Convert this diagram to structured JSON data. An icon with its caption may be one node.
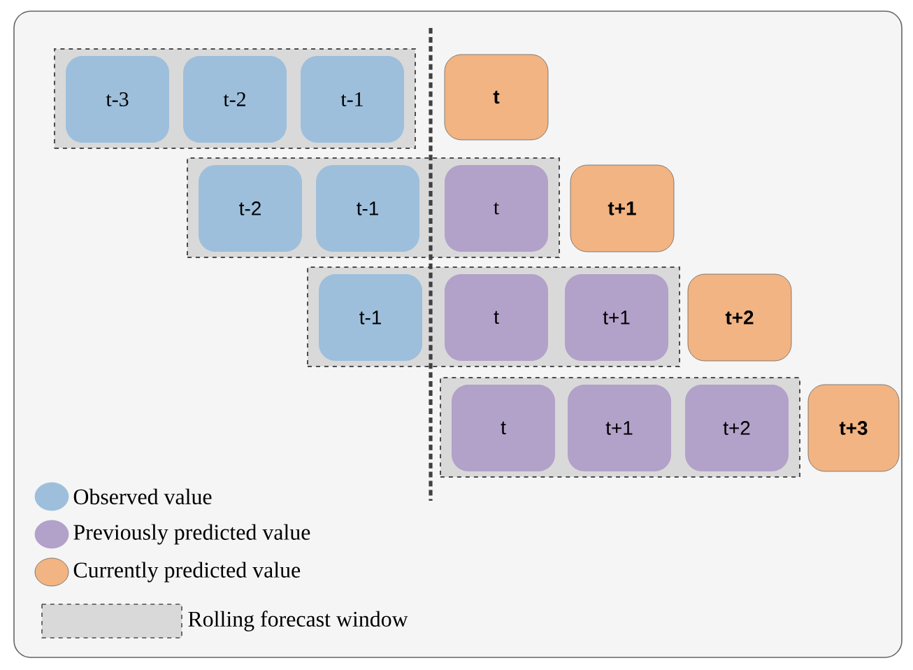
{
  "diagram": {
    "nodes": [
      {
        "text": [],
        "shape": "box"
      },
      {
        "text": [
          "t-3"
        ],
        "in": 0
      },
      {
        "text": [
          "t-2"
        ],
        "in": 0
      },
      {
        "text": [
          "t-1"
        ],
        "in": 0
      },
      {
        "text": [
          "t"
        ]
      },
      {
        "text": [],
        "shape": "box"
      },
      {
        "text": [
          "t-2"
        ],
        "in": 5
      },
      {
        "text": [
          "t-1"
        ],
        "in": 5
      },
      {
        "text": [
          "t"
        ],
        "in": 5
      },
      {
        "text": [
          "t+1"
        ]
      },
      {
        "text": [],
        "shape": "box"
      },
      {
        "text": [
          "t-1"
        ],
        "in": 10
      },
      {
        "text": [
          "t"
        ],
        "in": 10
      },
      {
        "text": [
          "t+1"
        ],
        "in": 10
      },
      {
        "text": [
          "t+2"
        ]
      },
      {
        "text": [],
        "shape": "box"
      },
      {
        "text": [
          "t"
        ],
        "in": 15
      },
      {
        "text": [
          "t+1"
        ],
        "in": 15
      },
      {
        "text": [
          "t+2"
        ],
        "in": 15
      },
      {
        "text": [
          "t+3"
        ]
      }
    ],
    "legend": [
      {
        "text": "Observed value",
        "color": "#9dbfdc"
      },
      {
        "text": "Previously predicted value",
        "color": "#b2a1c9"
      },
      {
        "text": "Currently predicted value",
        "color": "#f2b482"
      },
      {
        "text": "Rolling forecast window"
      }
    ]
  }
}
